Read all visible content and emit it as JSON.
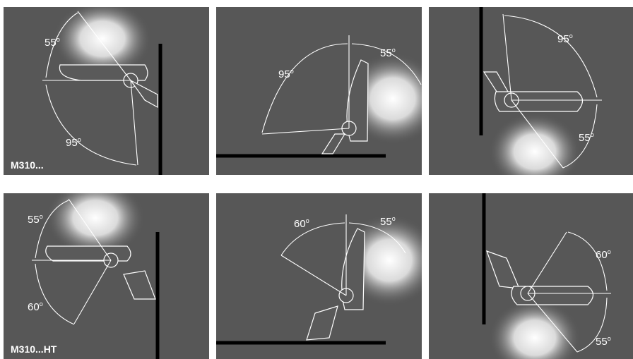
{
  "panels": [
    {
      "model": "M310...",
      "angle_a": "55",
      "angle_b": "95"
    },
    {
      "angle_a": "95",
      "angle_b": "55"
    },
    {
      "angle_a": "95",
      "angle_b": "55"
    },
    {
      "model": "M310...HT",
      "angle_a": "55",
      "angle_b": "60"
    },
    {
      "angle_a": "60",
      "angle_b": "55"
    },
    {
      "angle_a": "60",
      "angle_b": "55"
    }
  ],
  "degree_symbol": "o",
  "colors": {
    "panel_bg": "#575757",
    "lines": "#ffffff",
    "wall": "#000000"
  }
}
